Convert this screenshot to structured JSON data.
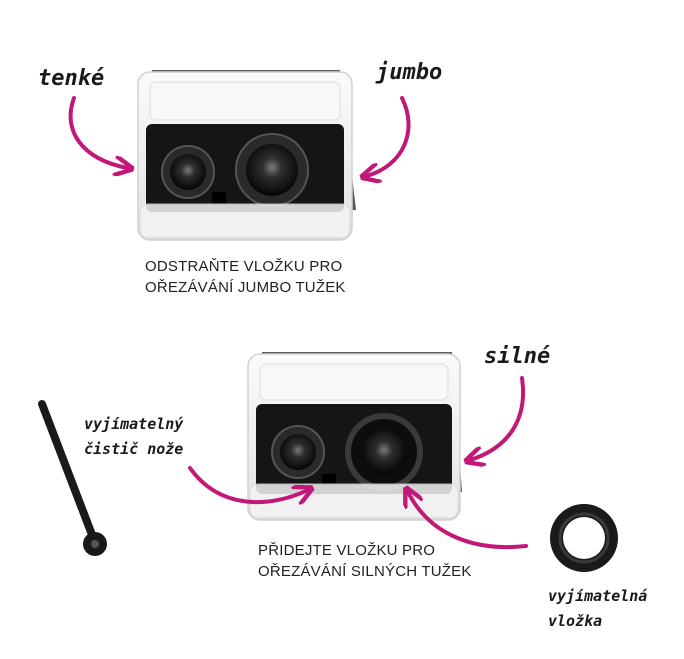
{
  "top": {
    "label_left": "tenké",
    "label_right": "jumbo",
    "caption": [
      "ODSTRAŇTE VLOŽKU PRO",
      "OŘEZÁVÁNÍ JUMBO TUŽEK"
    ]
  },
  "bottom": {
    "label_right": "silné",
    "label_cleaner": [
      "vyjímatelný",
      "čistič nože"
    ],
    "label_insert": [
      "vyjímatelná",
      "vložka"
    ],
    "caption": [
      "PŘIDEJTE VLOŽKU PRO",
      "OŘEZÁVÁNÍ SILNÝCH TUŽEK"
    ]
  },
  "colors": {
    "arrow": "#c2187a",
    "body": "#151515",
    "shell": "#f1f1f1",
    "shadow": "#444444"
  },
  "icons": [
    "arrow-icon",
    "sharpener-icon",
    "blade-cleaner-icon",
    "ring-insert-icon"
  ]
}
